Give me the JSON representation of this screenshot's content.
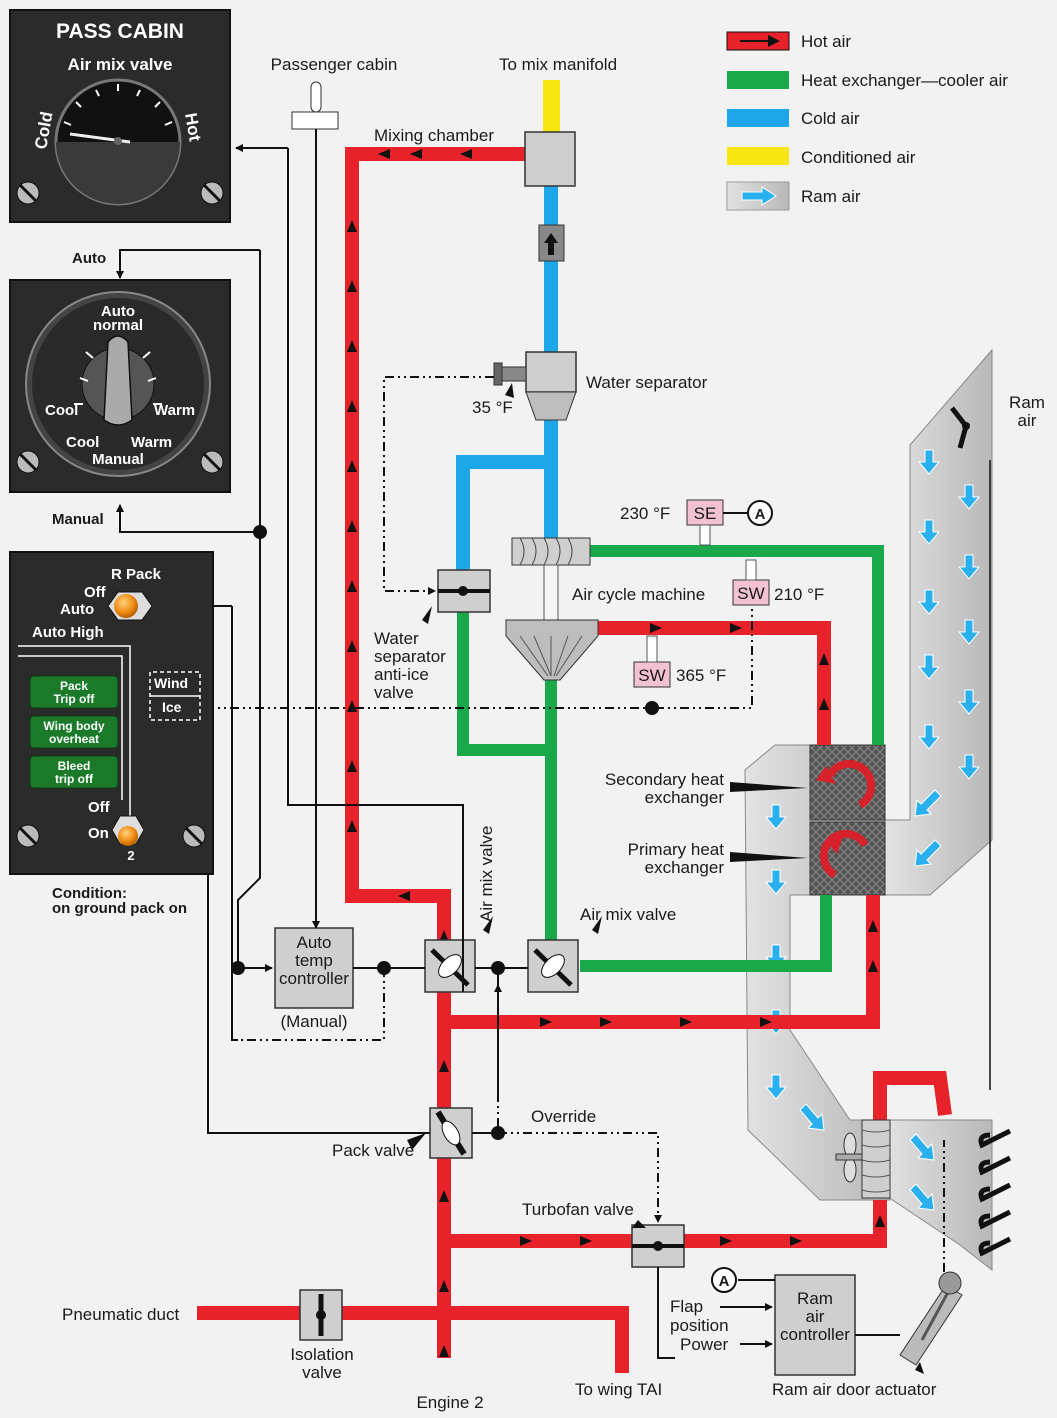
{
  "legend": {
    "hot_air": "Hot air",
    "cooler_air": "Heat exchanger—cooler air",
    "cold_air": "Cold air",
    "conditioned_air": "Conditioned air",
    "ram_air": "Ram air",
    "colors": {
      "hot": "#e8222b",
      "cooler": "#1aa84a",
      "cold": "#1ea7e8",
      "conditioned": "#f7e611",
      "ram": "#c9c9c9"
    }
  },
  "panel_pass_cabin": {
    "title": "PASS CABIN",
    "subtitle": "Air mix valve",
    "cold": "Cold",
    "hot": "Hot"
  },
  "panel_temp": {
    "auto_label": "Auto",
    "auto_normal_1": "Auto",
    "auto_normal_2": "normal",
    "cool": "Cool",
    "warm": "Warm",
    "cool_manual": "Cool",
    "warm_manual": "Warm",
    "manual_in": "Manual",
    "manual_label": "Manual"
  },
  "panel_pack": {
    "title": "R Pack",
    "off": "Off",
    "auto": "Auto",
    "auto_high": "Auto High",
    "lights": [
      {
        "line1": "Pack",
        "line2": "Trip off"
      },
      {
        "line1": "Wing body",
        "line2": "overheat"
      },
      {
        "line1": "Bleed",
        "line2": "trip off"
      }
    ],
    "wind": "Wind",
    "ice": "Ice",
    "switch_off": "Off",
    "switch_on": "On",
    "switch_num": "2",
    "condition_1": "Condition:",
    "condition_2": "on ground pack on"
  },
  "labels": {
    "passenger_cabin": "Passenger cabin",
    "to_mix_manifold": "To mix manifold",
    "mixing_chamber": "Mixing chamber",
    "water_separator": "Water separator",
    "temp_35": "35 °F",
    "temp_230": "230 °F",
    "se": "SE",
    "circle_a": "A",
    "sw": "SW",
    "temp_210": "210 °F",
    "temp_365": "365 °F",
    "air_cycle_machine": "Air cycle machine",
    "ws_anti_ice_1": "Water",
    "ws_anti_ice_2": "separator",
    "ws_anti_ice_3": "anti-ice",
    "ws_anti_ice_4": "valve",
    "secondary_hx_1": "Secondary heat",
    "secondary_hx_2": "exchanger",
    "primary_hx_1": "Primary heat",
    "primary_hx_2": "exchanger",
    "air_mix_valve_vertical": "Air mix valve",
    "air_mix_valve": "Air mix valve",
    "auto_temp_1": "Auto",
    "auto_temp_2": "temp",
    "auto_temp_3": "controller",
    "manual_paren": "(Manual)",
    "override": "Override",
    "pack_valve": "Pack valve",
    "turbofan_valve": "Turbofan valve",
    "ram_air_1": "Ram",
    "ram_air_2": "air",
    "pneumatic_duct": "Pneumatic duct",
    "isolation_valve_1": "Isolation",
    "isolation_valve_2": "valve",
    "engine_2": "Engine 2",
    "to_wing_tai": "To wing TAI",
    "flap_1": "Flap",
    "flap_2": "position",
    "power": "Power",
    "ram_ctrl_1": "Ram",
    "ram_ctrl_2": "air",
    "ram_ctrl_3": "controller",
    "ram_air_door_actuator": "Ram air door actuator"
  }
}
